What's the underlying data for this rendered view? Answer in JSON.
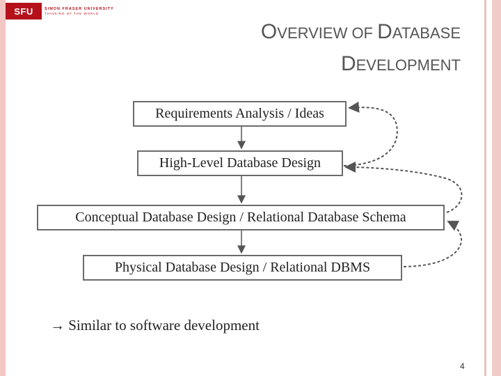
{
  "logo": {
    "mark": "SFU",
    "name": "SIMON FRASER UNIVERSITY",
    "tagline": "THINKING OF THE WORLD"
  },
  "title": {
    "line1": {
      "cap1": "O",
      "rest1": "VERVIEW OF ",
      "cap2": "D",
      "rest2": "ATABASE"
    },
    "line2": {
      "cap1": "D",
      "rest1": "EVELOPMENT"
    }
  },
  "flow": {
    "steps": [
      "Requirements Analysis / Ideas",
      "High-Level Database Design",
      "Conceptual Database Design / Relational Database Schema",
      "Physical Database Design / Relational DBMS"
    ]
  },
  "note": {
    "arrow": "→",
    "text": " Similar to software development"
  },
  "page_number": "4"
}
